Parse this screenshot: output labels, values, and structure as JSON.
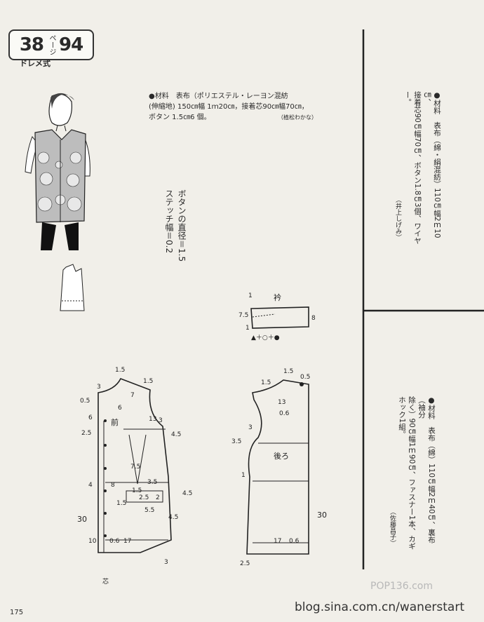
{
  "header": {
    "page_ref": "38",
    "page_unit": "ページ",
    "pattern_no": "94",
    "style_label": "ドレメ式"
  },
  "materials_main": {
    "line1": "●材料　表布（ポリエステル・レーヨン混紡",
    "line2": "(伸縮地) 150㎝幅 1ｍ20㎝，接着芯90㎝幅70㎝，",
    "line3": "ボタン 1.5㎝6 個。",
    "credit": "（植松わかな）"
  },
  "button_note": {
    "line1": "ボタンの直径＝1.5",
    "line2": "ステッチ幅＝0.2"
  },
  "materials_right_top": {
    "line1": "●材料　表布（綿・絹混紡）110㎝幅2ｍ10㎝、",
    "line2": "接着芯90㎝幅70㎝、ボタン1.8㎝3個、ワイヤー。",
    "credit": "（井上しげみ）"
  },
  "materials_right_bottom": {
    "line1": "●材料　表布（綿）110㎝幅2ｍ40㎝、裏布（袖分",
    "line2": "除く）90㎝幅1ｍ90㎝、ファスナー1本、カギ",
    "line3": "ホック1組。",
    "credit": "（佐藤昌子）"
  },
  "diagram": {
    "collar_label": "衿",
    "front_label": "前",
    "back_label": "後ろ",
    "collar_dims": [
      "1",
      "7.5",
      "1",
      "8"
    ],
    "front_dims": [
      "1.5",
      "1.5",
      "3",
      "7",
      "0.5",
      "6",
      "6",
      "13",
      "3",
      "2.5",
      "4.5",
      "7.5",
      "3.5",
      "4",
      "8",
      "1.5",
      "2.5",
      "2",
      "4.5",
      "1.5",
      "5.5",
      "30",
      "10",
      "0.6",
      "4.5",
      "17",
      "3"
    ],
    "back_dims": [
      "1.5",
      "1.5",
      "0.5",
      "13",
      "0.6",
      "3",
      "3.5",
      "1",
      "30",
      "17",
      "0.6",
      "2.5"
    ],
    "collar_symbols": "▲＋○＋●",
    "bottom_mark": "芯"
  },
  "footer": {
    "page_number": "175",
    "watermark": "blog.sina.com.cn/wanerstart",
    "logo": "POP136.com"
  }
}
